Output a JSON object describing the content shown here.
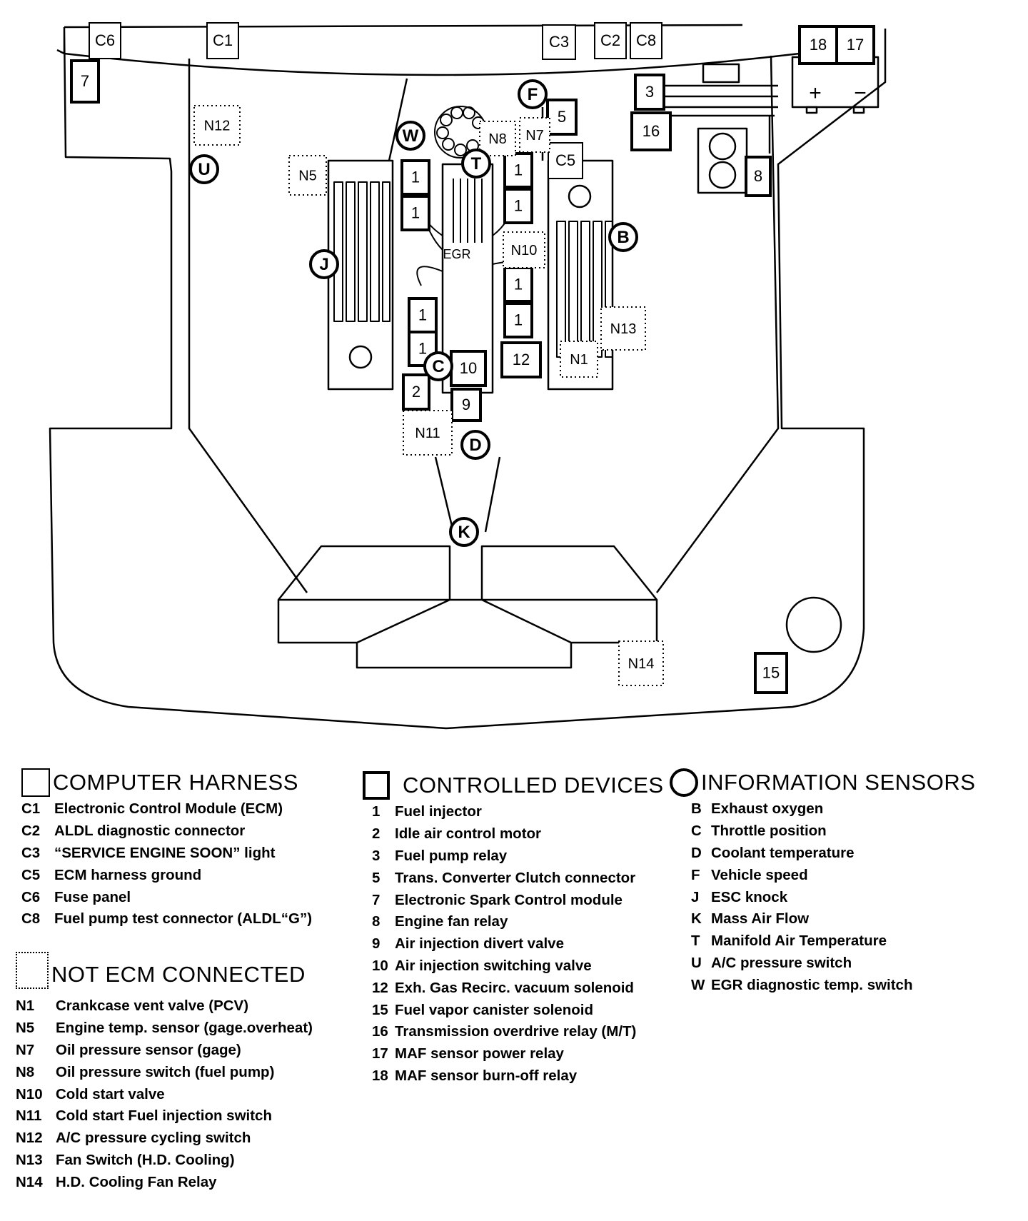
{
  "diagram": {
    "computer_harness_boxes": [
      "C6",
      "C1",
      "C3",
      "C2",
      "C8",
      "C5"
    ],
    "controlled_device_boxes": [
      "1",
      "2",
      "3",
      "5",
      "7",
      "8",
      "9",
      "10",
      "12",
      "15",
      "16",
      "17",
      "18"
    ],
    "not_ecm_boxes": [
      "N1",
      "N5",
      "N7",
      "N8",
      "N10",
      "N11",
      "N12",
      "N13",
      "N14"
    ],
    "sensor_circles": [
      "B",
      "C",
      "D",
      "F",
      "J",
      "K",
      "T",
      "U",
      "W"
    ],
    "inline_labels": {
      "egr": "EGR",
      "battery_plus": "+",
      "battery_minus": "−"
    }
  },
  "legend": {
    "computer_harness": {
      "title": "COMPUTER HARNESS",
      "items": [
        {
          "code": "C1",
          "desc": "Electronic Control Module (ECM)"
        },
        {
          "code": "C2",
          "desc": "ALDL diagnostic connector"
        },
        {
          "code": "C3",
          "desc": "“SERVICE ENGINE SOON” light"
        },
        {
          "code": "C5",
          "desc": "ECM harness ground"
        },
        {
          "code": "C6",
          "desc": "Fuse panel"
        },
        {
          "code": "C8",
          "desc": "Fuel pump test connector (ALDL“G”)"
        }
      ]
    },
    "not_ecm_connected": {
      "title": "NOT ECM CONNECTED",
      "items": [
        {
          "code": "N1",
          "desc": "Crankcase vent valve (PCV)"
        },
        {
          "code": "N5",
          "desc": "Engine temp. sensor (gage.overheat)"
        },
        {
          "code": "N7",
          "desc": "Oil pressure sensor (gage)"
        },
        {
          "code": "N8",
          "desc": "Oil pressure switch (fuel pump)"
        },
        {
          "code": "N10",
          "desc": "Cold start  valve"
        },
        {
          "code": "N11",
          "desc": "Cold start Fuel injection switch"
        },
        {
          "code": "N12",
          "desc": "A/C pressure cycling switch"
        },
        {
          "code": "N13",
          "desc": "Fan Switch (H.D. Cooling)"
        },
        {
          "code": "N14",
          "desc": "H.D. Cooling Fan Relay"
        }
      ]
    },
    "controlled_devices": {
      "title": "CONTROLLED DEVICES",
      "items": [
        {
          "code": "1",
          "desc": "Fuel injector"
        },
        {
          "code": "2",
          "desc": "Idle air control motor"
        },
        {
          "code": "3",
          "desc": "Fuel pump relay"
        },
        {
          "code": "5",
          "desc": "Trans. Converter Clutch connector"
        },
        {
          "code": "7",
          "desc": "Electronic Spark Control module"
        },
        {
          "code": "8",
          "desc": "Engine fan relay"
        },
        {
          "code": "9",
          "desc": "Air injection divert  valve"
        },
        {
          "code": "10",
          "desc": "Air injection switching valve"
        },
        {
          "code": "12",
          "desc": "Exh. Gas Recirc. vacuum solenoid"
        },
        {
          "code": "15",
          "desc": "Fuel vapor canister solenoid"
        },
        {
          "code": "16",
          "desc": "Transmission overdrive relay (M/T)"
        },
        {
          "code": "17",
          "desc": "MAF sensor power relay"
        },
        {
          "code": "18",
          "desc": "MAF sensor burn-off relay"
        }
      ]
    },
    "information_sensors": {
      "title": "INFORMATION SENSORS",
      "items": [
        {
          "code": "B",
          "desc": "Exhaust oxygen"
        },
        {
          "code": "C",
          "desc": "Throttle position"
        },
        {
          "code": "D",
          "desc": "Coolant temperature"
        },
        {
          "code": "F",
          "desc": "Vehicle speed"
        },
        {
          "code": "J",
          "desc": "ESC knock"
        },
        {
          "code": "K",
          "desc": "Mass Air Flow"
        },
        {
          "code": "T",
          "desc": "Manifold Air Temperature"
        },
        {
          "code": "U",
          "desc": "A/C pressure switch"
        },
        {
          "code": "W",
          "desc": "EGR diagnostic temp. switch"
        }
      ]
    }
  }
}
